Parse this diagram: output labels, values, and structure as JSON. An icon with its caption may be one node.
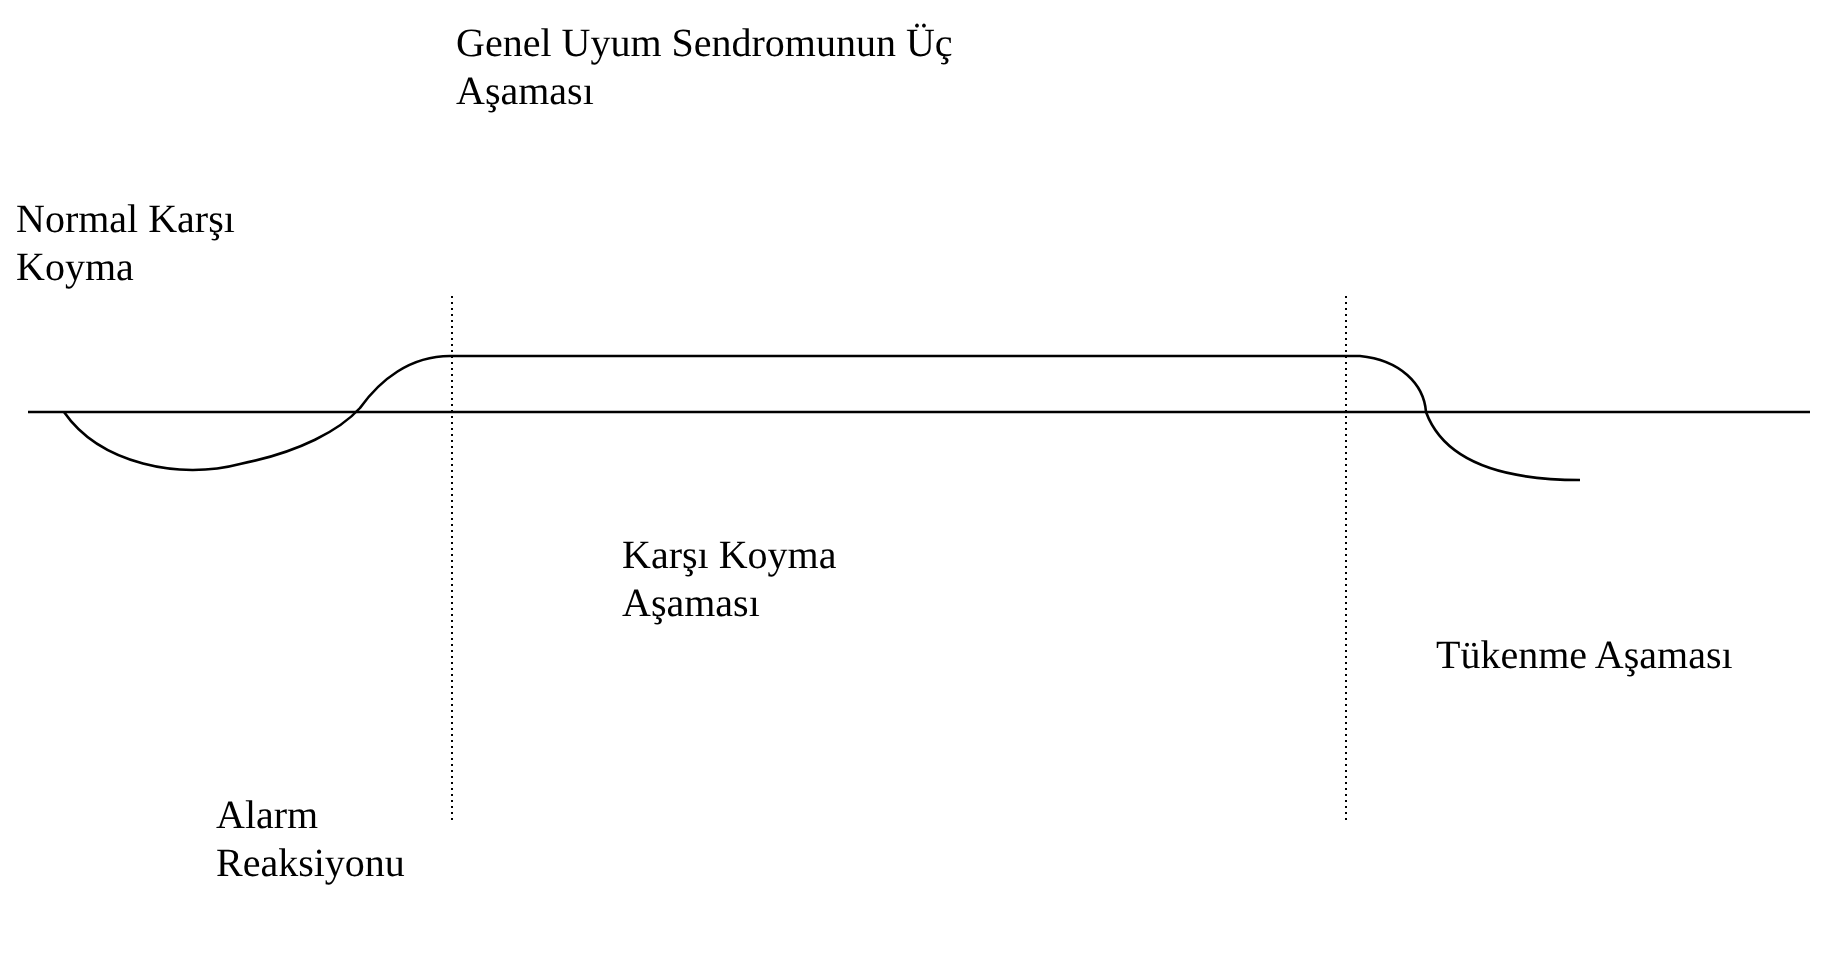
{
  "diagram": {
    "title": "Genel Uyum Sendromunun Üç Aşaması",
    "labels": [
      "Normal Karşı Koyma",
      "Karşı Koyma Aşaması",
      "Tükenme Aşaması",
      "Alarm Reaksiyonu"
    ]
  }
}
